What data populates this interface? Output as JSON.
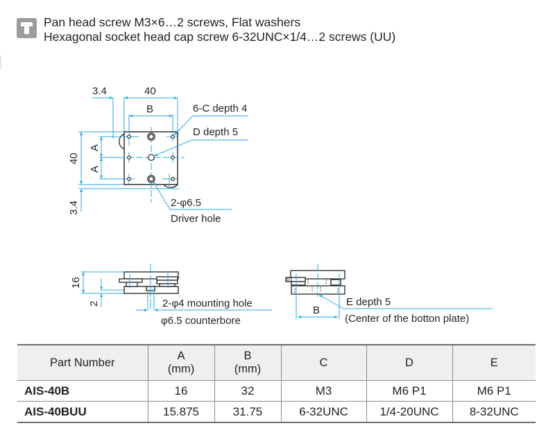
{
  "notes": {
    "icon": "screw-icon",
    "line1": "Pan head screw M3×6…2 screws,  Flat washers",
    "line2": "Hexagonal socket head cap screw 6-32UNC×1/4…2 screws (UU)"
  },
  "colors": {
    "dimension_line": "#29a8e0",
    "outline": "#231f20",
    "table_header_bg": "#efefef",
    "icon_bg": "#9d9d9d"
  },
  "top_view": {
    "dim_offset": "3.4",
    "dim_width": "40",
    "dim_b": "B",
    "dim_height": "40",
    "dim_a_upper": "A",
    "dim_a_lower": "A",
    "dim_offset_bottom": "3.4",
    "callout_c": "6-C depth 4",
    "callout_d": "D depth 5",
    "callout_driver_1": "2-φ6.5",
    "callout_driver_2": "Driver hole"
  },
  "front_view": {
    "dim_height": "16",
    "dim_bottom": "2",
    "callout_mount_1": "2-φ4 mounting hole",
    "callout_mount_2": "φ6.5 counterbore"
  },
  "side_view": {
    "dim_b": "B",
    "callout_e_1": "E depth 5",
    "callout_e_2": "(Center of the botton plate)"
  },
  "table": {
    "headers": [
      {
        "line1": "Part Number",
        "line2": ""
      },
      {
        "line1": "A",
        "line2": "(mm)"
      },
      {
        "line1": "B",
        "line2": "(mm)"
      },
      {
        "line1": "C",
        "line2": ""
      },
      {
        "line1": "D",
        "line2": ""
      },
      {
        "line1": "E",
        "line2": ""
      }
    ],
    "rows": [
      [
        "AIS-40B",
        "16",
        "32",
        "M3",
        "M6 P1",
        "M6 P1"
      ],
      [
        "AIS-40BUU",
        "15.875",
        "31.75",
        "6-32UNC",
        "1/4-20UNC",
        "8-32UNC"
      ]
    ]
  }
}
